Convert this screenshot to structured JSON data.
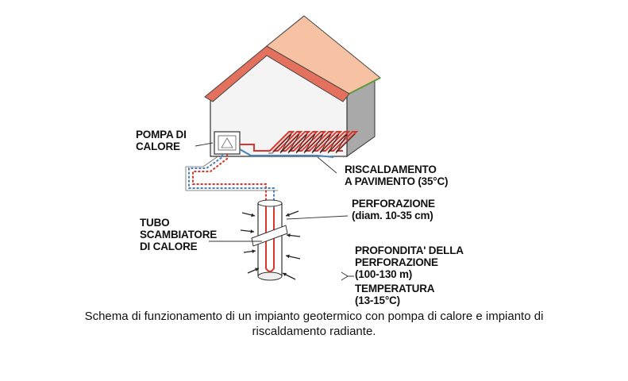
{
  "labels": {
    "heat_pump": [
      "POMPA DI",
      "CALORE"
    ],
    "floor_heating": [
      "RISCALDAMENTO",
      "A PAVIMENTO (35°C)"
    ],
    "borehole": [
      "PERFORAZIONE",
      "(diam. 10-35 cm)"
    ],
    "exchanger_tube": [
      "TUBO",
      "SCAMBIATORE",
      "DI CALORE"
    ],
    "borehole_depth": [
      "PROFONDITA' DELLA",
      "PERFORAZIONE",
      "(100-130 m)"
    ],
    "temperature": [
      "TEMPERATURA",
      "(13-15°C)"
    ]
  },
  "caption": [
    "Schema di funzionamento di un impianto geotermico con pompa di calore e impianto di",
    "riscaldamento radiante."
  ],
  "colors": {
    "roof_front": "#e4705e",
    "roof_top": "#f7c2a3",
    "wall_front": "#f4f4f4",
    "wall_side": "#a9a9a9",
    "pipe_hot": "#d9362b",
    "pipe_cold": "#4a7fc0"
  }
}
